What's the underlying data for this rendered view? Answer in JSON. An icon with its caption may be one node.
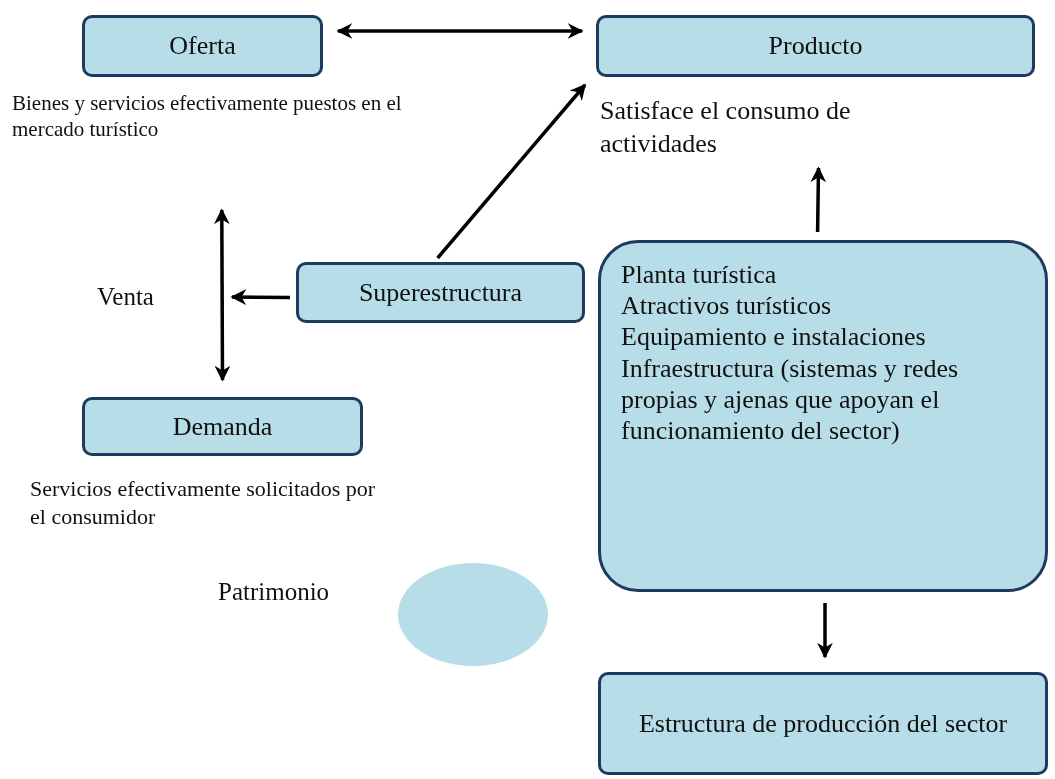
{
  "diagram": {
    "nodes": [
      {
        "text": [
          "Oferta"
        ],
        "beside": [
          "Bienes y servicios efectivamente puestos en el mercado turístico"
        ]
      },
      {
        "text": [
          "Producto"
        ],
        "beside": [
          "Satisface el consumo de actividades"
        ]
      },
      {
        "text": [
          "Superestructura"
        ]
      },
      {
        "text": [
          "Planta turística",
          "Atractivos turísticos",
          "Equipamiento e instalaciones",
          "Infraestructura (sistemas y redes propias y ajenas que apoyan el funcionamiento del sector)"
        ]
      },
      {
        "text": [
          "Demanda"
        ],
        "beside": [
          "Servicios efectivamente solicitados por el consumidor"
        ]
      },
      {
        "text": [],
        "shape": "circle",
        "beside": [
          "Patrimonio"
        ]
      },
      {
        "text": [
          "Estructura de producción del sector"
        ]
      }
    ],
    "edges": [
      {
        "from": 0,
        "to": 1,
        "arrow": "both"
      },
      {
        "from": 2,
        "to": 1,
        "arrow": "to"
      },
      {
        "from": 3,
        "to": 1,
        "arrow": "to"
      },
      {
        "from": 2,
        "to": null,
        "arrow": "to"
      },
      {
        "from": 0,
        "to": 4,
        "arrow": "both"
      },
      {
        "from": 3,
        "to": 6,
        "arrow": "to"
      }
    ],
    "labels": [
      "Venta"
    ]
  }
}
